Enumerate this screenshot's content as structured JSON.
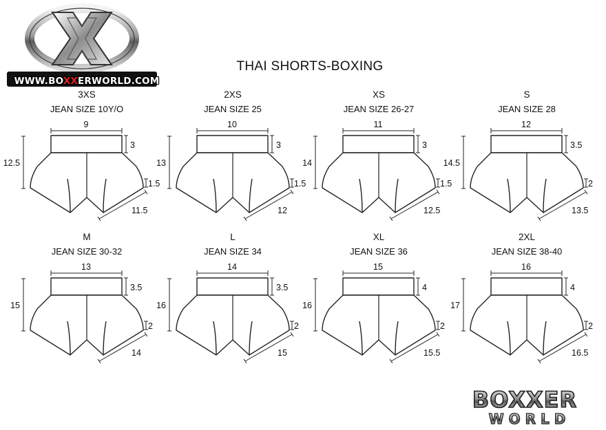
{
  "header": {
    "logo_url_text_pre": "WWW.BO",
    "logo_url_text_xx": "XX",
    "logo_url_text_post": "ERWORLD.COM",
    "title": "THAI SHORTS-BOXING"
  },
  "sizes": [
    {
      "size": "3XS",
      "jean": "JEAN SIZE 10Y/O",
      "waist": "9",
      "band": "3",
      "length": "12.5",
      "hem": "1.5",
      "leg": "11.5"
    },
    {
      "size": "2XS",
      "jean": "JEAN SIZE 25",
      "waist": "10",
      "band": "3",
      "length": "13",
      "hem": "1.5",
      "leg": "12"
    },
    {
      "size": "XS",
      "jean": "JEAN SIZE 26-27",
      "waist": "11",
      "band": "3",
      "length": "14",
      "hem": "1.5",
      "leg": "12.5"
    },
    {
      "size": "S",
      "jean": "JEAN SIZE 28",
      "waist": "12",
      "band": "3.5",
      "length": "14.5",
      "hem": "2",
      "leg": "13.5"
    },
    {
      "size": "M",
      "jean": "JEAN SIZE 30-32",
      "waist": "13",
      "band": "3.5",
      "length": "15",
      "hem": "2",
      "leg": "14"
    },
    {
      "size": "L",
      "jean": "JEAN SIZE 34",
      "waist": "14",
      "band": "3.5",
      "length": "16",
      "hem": "2",
      "leg": "15"
    },
    {
      "size": "XL",
      "jean": "JEAN SIZE 36",
      "waist": "15",
      "band": "4",
      "length": "16",
      "hem": "2",
      "leg": "15.5"
    },
    {
      "size": "2XL",
      "jean": "JEAN SIZE 38-40",
      "waist": "16",
      "band": "4",
      "length": "17",
      "hem": "2",
      "leg": "16.5"
    }
  ],
  "footer": {
    "logo_line1": "BOXXER",
    "logo_line2": "WORLD"
  },
  "colors": {
    "brand_red": "#e32222",
    "chrome": "#9a9a9a",
    "outline": "#222222"
  }
}
